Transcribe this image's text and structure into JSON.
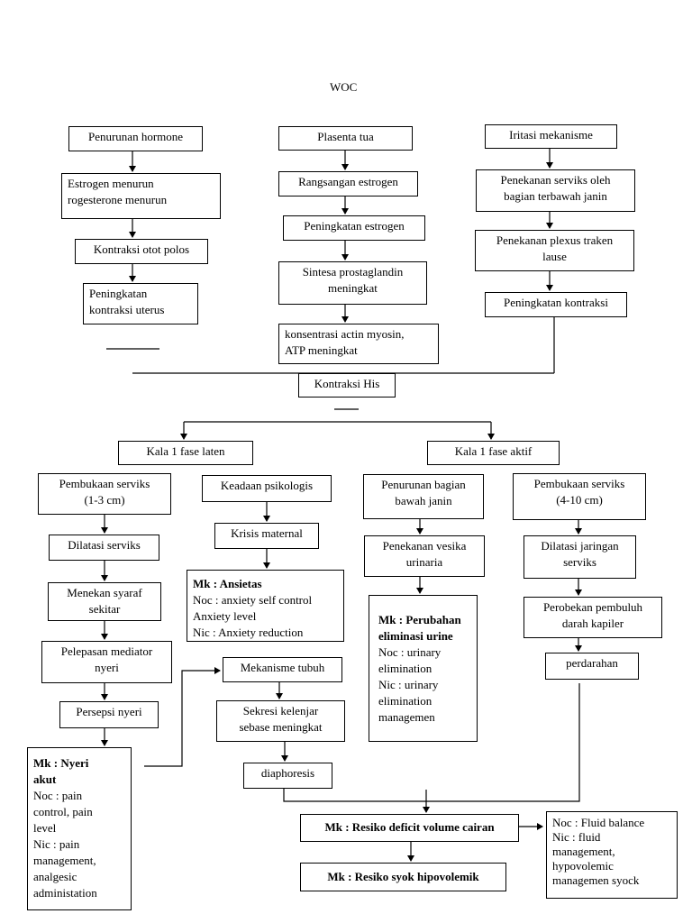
{
  "title": "WOC",
  "col1": {
    "b1": "Penurunan hormone",
    "b2": [
      "Estrogen menurun",
      "rogesterone menurun"
    ],
    "b3": "Kontraksi otot polos",
    "b4": [
      "Peningkatan",
      "kontraksi uterus"
    ]
  },
  "col2": {
    "b1": "Plasenta tua",
    "b2": "Rangsangan estrogen",
    "b3": "Peningkatan estrogen",
    "b4": [
      "Sintesa prostaglandin",
      "meningkat"
    ],
    "b5": [
      "konsentrasi actin myosin,",
      "ATP meningkat"
    ]
  },
  "col3": {
    "b1": "Iritasi mekanisme",
    "b2": [
      "Penekanan serviks oleh",
      "bagian terbawah janin"
    ],
    "b3": [
      "Penekanan plexus traken",
      "lause"
    ],
    "b4": "Peningkatan kontraksi"
  },
  "center": "Kontraksi His",
  "phase_laten": "Kala 1 fase laten",
  "phase_aktif": "Kala 1 fase aktif",
  "laten_a": {
    "b1": [
      "Pembukaan serviks",
      "(1-3 cm)"
    ],
    "b2": "Dilatasi serviks",
    "b3": [
      "Menekan syaraf",
      "sekitar"
    ],
    "b4": [
      "Pelepasan mediator",
      "nyeri"
    ],
    "b5": "Persepsi nyeri",
    "mk": {
      "heading": [
        "Mk : Nyeri",
        "akut"
      ],
      "lines": [
        "Noc : pain",
        "control, pain",
        "level",
        "Nic : pain",
        "management,",
        "analgesic",
        "administation"
      ]
    }
  },
  "laten_b": {
    "b1": "Keadaan psikologis",
    "b2": "Krisis maternal",
    "mk": {
      "heading": "Mk : Ansietas",
      "lines": [
        "Noc : anxiety self control",
        "Anxiety level",
        "Nic : Anxiety reduction"
      ]
    }
  },
  "mekanisme": {
    "b1": "Mekanisme tubuh",
    "b2": [
      "Sekresi kelenjar",
      "sebase meningkat"
    ],
    "b3": "diaphoresis"
  },
  "aktif_a": {
    "b1": [
      "Penurunan bagian",
      "bawah janin"
    ],
    "b2": [
      "Penekanan vesika",
      "urinaria"
    ],
    "mk": {
      "heading": [
        "Mk : Perubahan",
        "eliminasi urine"
      ],
      "lines": [
        "Noc : urinary",
        "elimination",
        "Nic : urinary",
        "elimination",
        "managemen"
      ]
    }
  },
  "aktif_b": {
    "b1": [
      "Pembukaan serviks",
      "(4-10 cm)"
    ],
    "b2": [
      "Dilatasi jaringan",
      "serviks"
    ],
    "b3": [
      "Perobekan pembuluh",
      "darah kapiler"
    ],
    "b4": "perdarahan"
  },
  "mk_volume": "Mk : Resiko deficit volume cairan",
  "mk_syok": "Mk : Resiko syok hipovolemik",
  "noc_fluid": [
    "Noc : Fluid balance",
    "Nic : fluid",
    "management,",
    "hypovolemic",
    "managemen syock"
  ]
}
